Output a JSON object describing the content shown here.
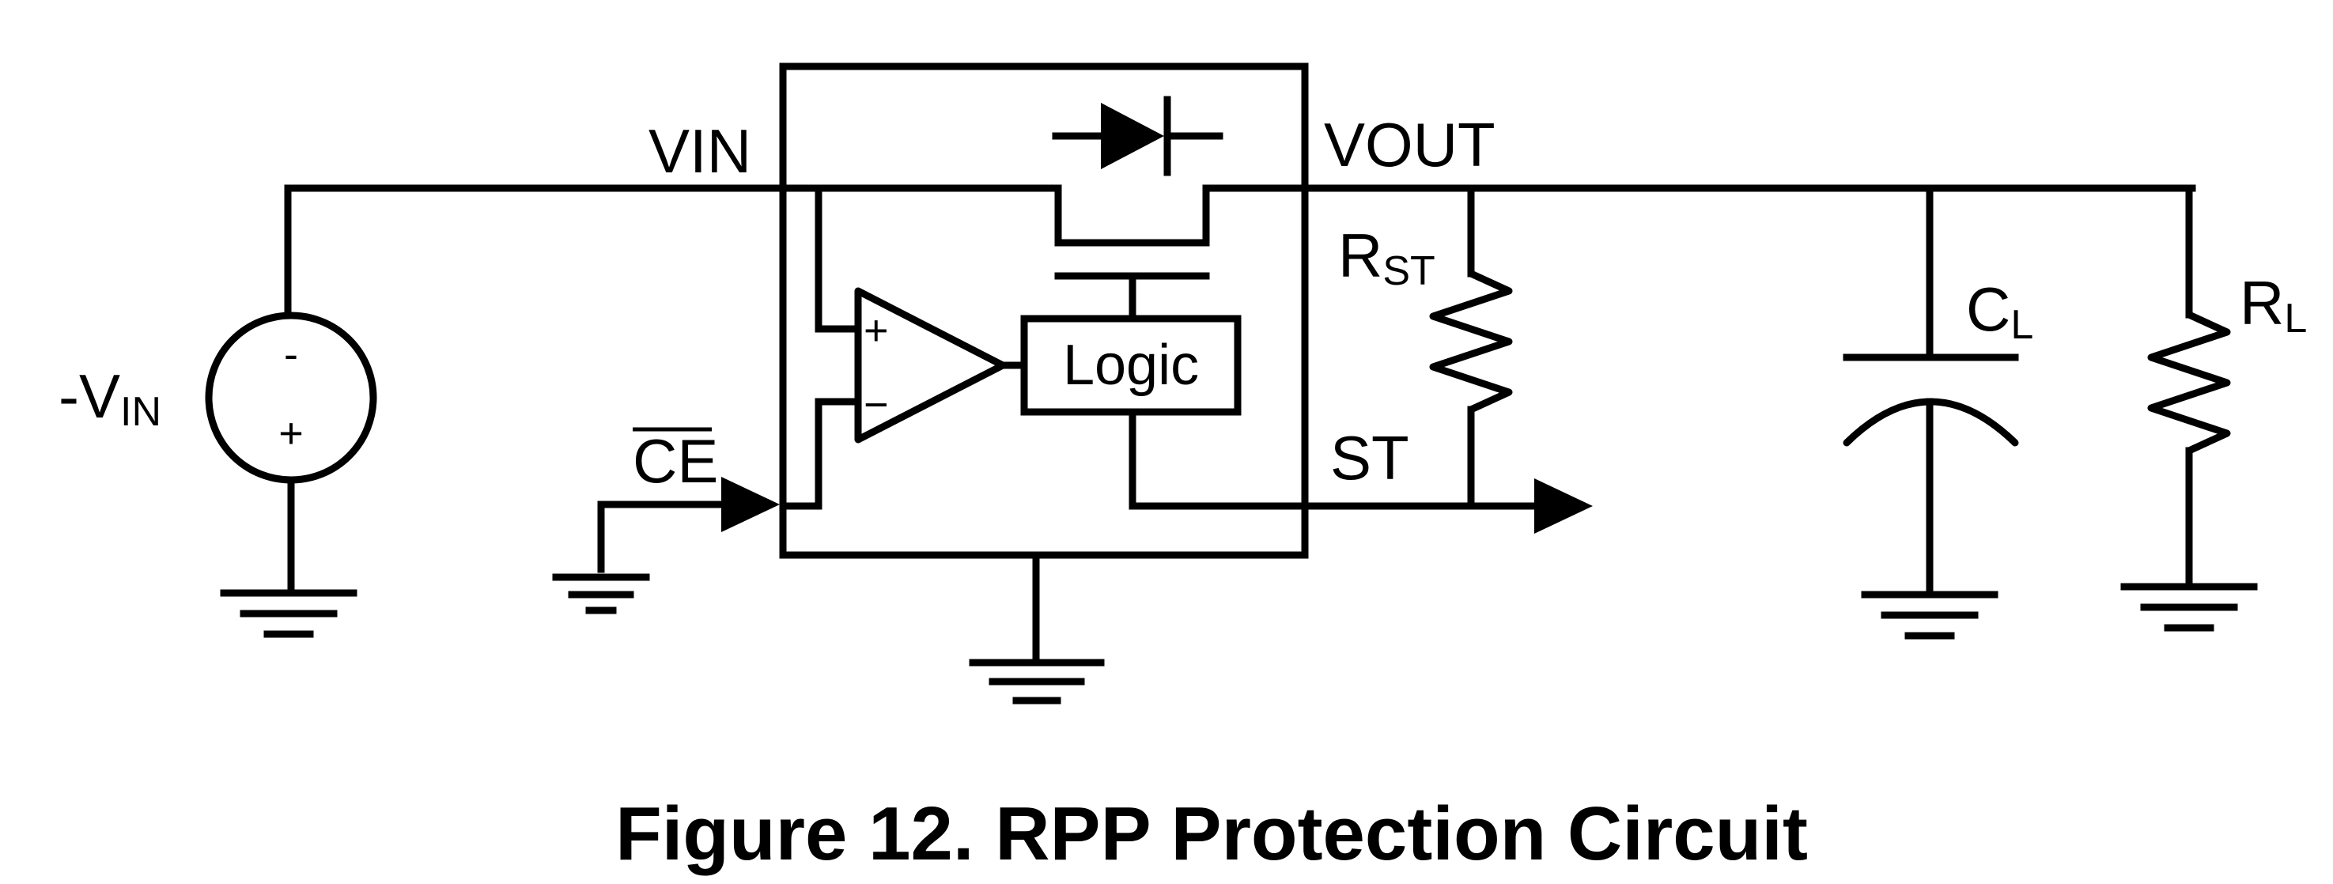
{
  "labels": {
    "vin": "VIN",
    "vout": "VOUT",
    "ce": "CE",
    "st": "ST",
    "logic": "Logic",
    "source_prefix": "-V",
    "source_sub": "IN",
    "source_minus": "-",
    "source_plus": "+",
    "opamp_plus": "+",
    "opamp_minus": "−",
    "rst_main": "R",
    "rst_sub": "ST",
    "cl_main": "C",
    "cl_sub": "L",
    "rl_main": "R",
    "rl_sub": "L"
  },
  "caption": "Figure 12.  RPP Protection Circuit"
}
